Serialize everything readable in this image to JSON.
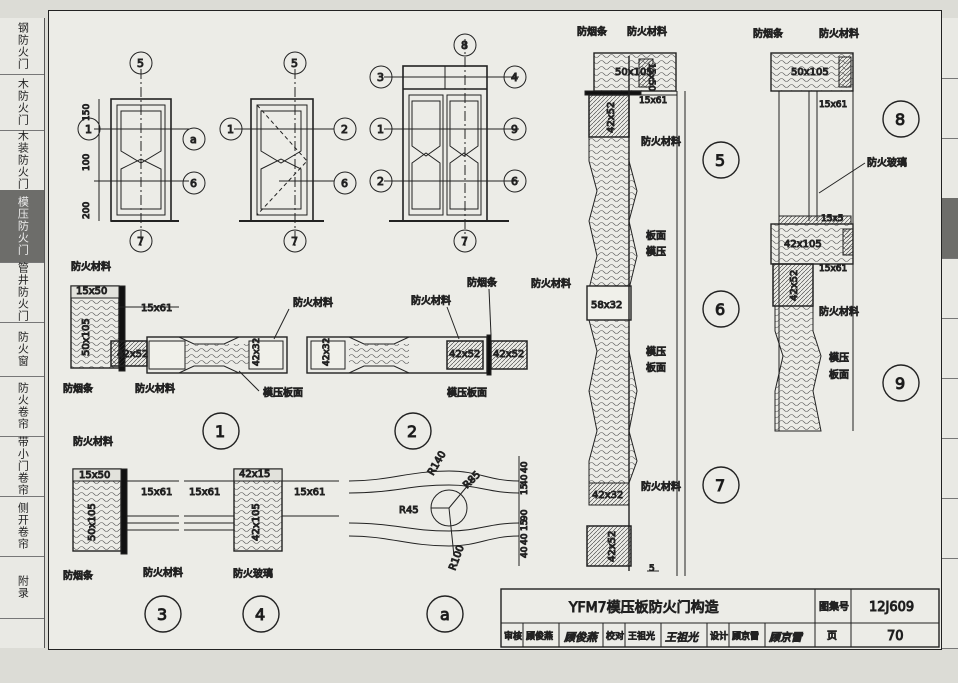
{
  "left_tabs": [
    {
      "label": "钢防火门",
      "active": false
    },
    {
      "label": "木防火门",
      "active": false
    },
    {
      "label": "木装防火门",
      "active": false
    },
    {
      "label": "模压防火门",
      "active": true
    },
    {
      "label": "管井防火门",
      "active": false
    },
    {
      "label": "防火窗",
      "active": false
    },
    {
      "label": "防火卷帘",
      "active": false
    },
    {
      "label": "带小门卷帘",
      "active": false
    },
    {
      "label": "侧开卷帘",
      "active": false
    },
    {
      "label": "附录",
      "active": false
    }
  ],
  "labels": {
    "fire_material": "防火材料",
    "smoke_strip": "防烟条",
    "molded_panel": "模压板面",
    "fire_glass": "防火玻璃",
    "board": "板面",
    "molded_vertical_1": "模压",
    "molded_vertical_2": "板面",
    "molded_vertical_3": "模压"
  },
  "dims": {
    "d50x105": "50x105",
    "d42x52": "42x52",
    "d15x61": "15x61",
    "d15x50": "15x50",
    "d42x105": "42x105",
    "d58x32": "58x32",
    "d42x32": "42x32",
    "d42x15": "42x15",
    "d15x5": "15x5",
    "d5": "5",
    "d150": "150",
    "d100": "100",
    "d200": "200",
    "R140": "R140",
    "R85": "R85",
    "R45": "R45",
    "R100": "R100",
    "v40a": "40",
    "v40b": "40",
    "v15": "15",
    "v90": "90",
    "v15b": "15",
    "v40c": "40",
    "v40d": "40"
  },
  "markers": {
    "m1": "1",
    "m2": "2",
    "m3": "3",
    "m4": "4",
    "m5": "5",
    "m6": "6",
    "m7": "7",
    "m8": "8",
    "m9": "9",
    "ma": "a"
  },
  "title_block": {
    "title": "YFM7模压板防火门构造",
    "atlas_label": "图集号",
    "atlas_no": "12J609",
    "review_label": "审核",
    "reviewer": "顾俊燕",
    "reviewer_sig": "顾俊燕",
    "check_label": "校对",
    "checker": "王祖光",
    "checker_sig": "王祖光",
    "design_label": "设计",
    "designer": "顾京雷",
    "designer_sig": "顾京雷",
    "page_label": "页",
    "page_no": "70"
  }
}
